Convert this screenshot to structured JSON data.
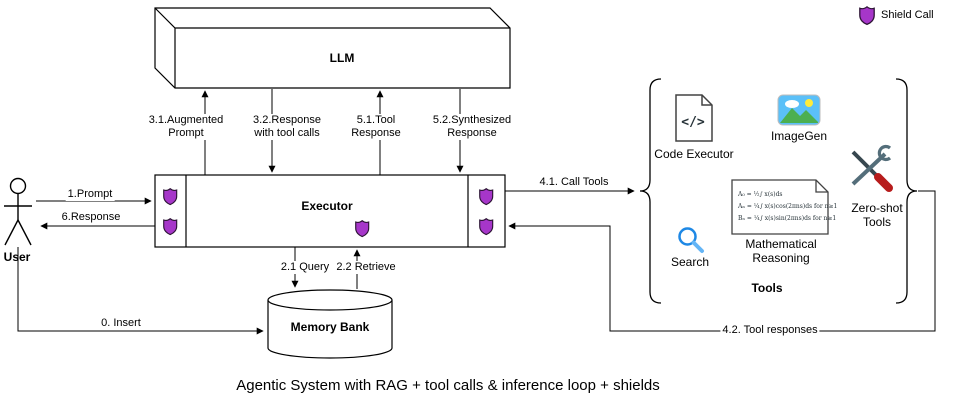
{
  "title": "Agentic System with RAG + tool calls & inference loop + shields",
  "legend": {
    "shield_label": "Shield Call"
  },
  "nodes": {
    "llm": "LLM",
    "executor": "Executor",
    "memory_bank": "Memory Bank",
    "user": "User"
  },
  "tools": {
    "group_label": "Tools",
    "code_executor": "Code Executor",
    "imagegen": "ImageGen",
    "search": "Search",
    "math_reasoning": "Mathematical\nReasoning",
    "zero_shot": "Zero-shot\nTools"
  },
  "edges": {
    "insert": "0. Insert",
    "prompt": "1.Prompt",
    "query": "2.1 Query",
    "retrieve": "2.2 Retrieve",
    "augmented_prompt": "3.1.Augmented\nPrompt",
    "response_with_tool_calls": "3.2.Response\nwith tool calls",
    "call_tools": "4.1. Call Tools",
    "tool_responses": "4.2. Tool responses",
    "tool_response": "5.1.Tool\nResponse",
    "synthesized_response": "5.2.Synthesized\nResponse",
    "response": "6.Response"
  },
  "icons": {
    "code_glyph": "</>",
    "math_lines": [
      "A₀ = ½∫ x(s)ds",
      "Aₙ = ¼∫ x(s)cos(2πns)ds  for n≥1",
      "Bₙ = ¼∫ x(s)sin(2πns)ds  for n≥1"
    ]
  },
  "colors": {
    "shield_fill": "#A636C9",
    "search_blue": "#1E88E5"
  }
}
